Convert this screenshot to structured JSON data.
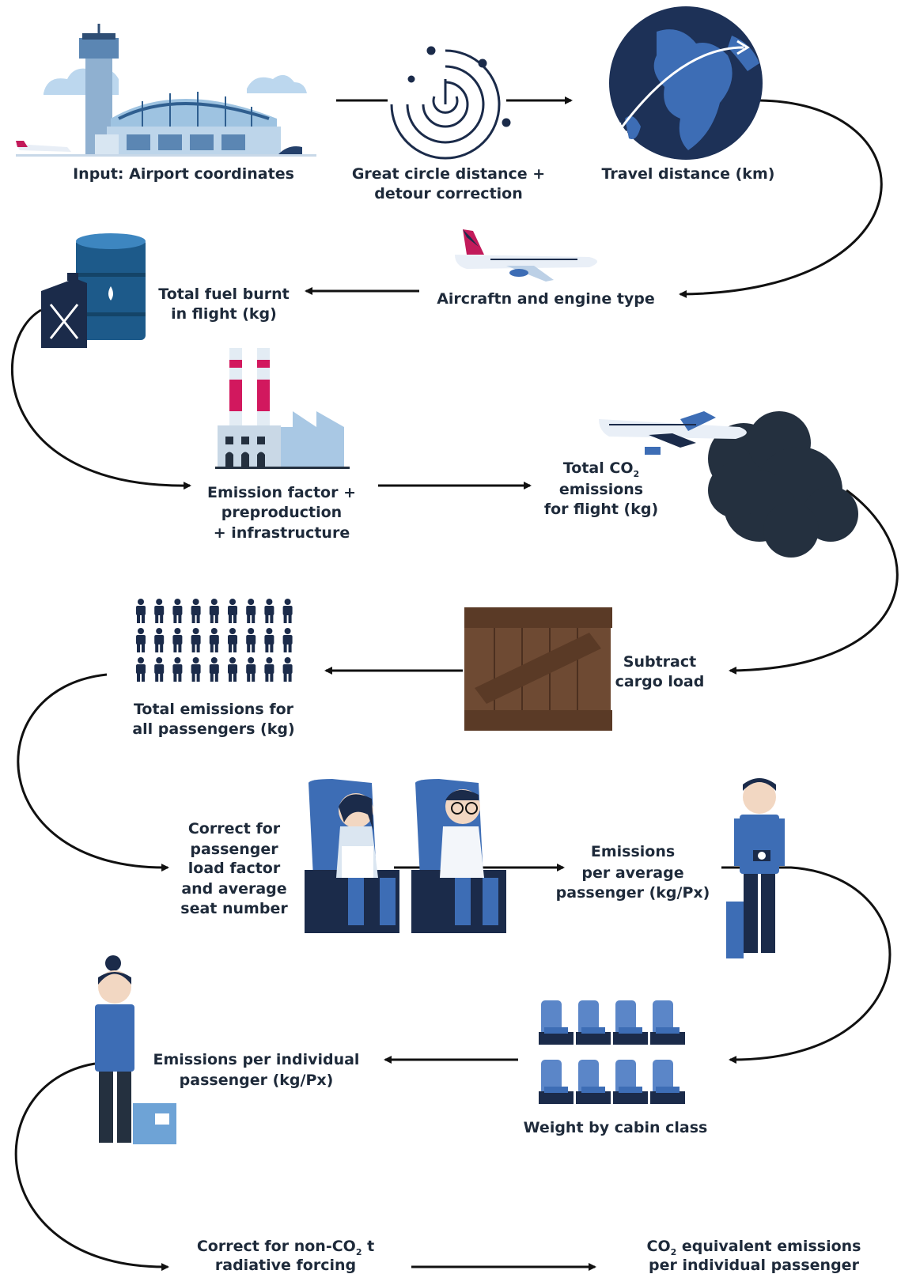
{
  "steps": {
    "airport": {
      "lines": [
        "Input: Airport coordinates"
      ]
    },
    "great_circle": {
      "lines": [
        "Great circle distance +",
        "detour correction"
      ]
    },
    "travel": {
      "lines": [
        "Travel distance (km)"
      ]
    },
    "aircraft": {
      "lines": [
        "Aircraftn and engine type"
      ]
    },
    "fuel": {
      "lines": [
        "Total fuel burnt",
        "in flight (kg)"
      ]
    },
    "emission_factor": {
      "lines": [
        "Emission factor +",
        "preproduction",
        "+ infrastructure"
      ]
    },
    "total_co2": {
      "line1_prefix": "Total CO",
      "line1_sub": "2",
      "lines_rest": [
        "emissions",
        "for flight (kg)"
      ]
    },
    "cargo": {
      "lines": [
        "Subtract",
        "cargo load"
      ]
    },
    "all_passengers": {
      "lines": [
        "Total emissions for",
        "all passengers (kg)"
      ]
    },
    "load_factor": {
      "lines": [
        "Correct for",
        "passenger",
        "load factor",
        "and average",
        "seat number"
      ]
    },
    "avg_passenger": {
      "lines": [
        "Emissions",
        "per average",
        "passenger (kg/Px)"
      ]
    },
    "cabin_class": {
      "lines": [
        "Weight by cabin class"
      ]
    },
    "individual": {
      "lines": [
        "Emissions per individual",
        "passenger (kg/Px)"
      ]
    },
    "non_co2": {
      "prefix": "Correct for non-CO",
      "sub": "2",
      "suffix": " t",
      "line2": "radiative forcing"
    },
    "co2e": {
      "prefix": "CO",
      "sub": "2",
      "suffix": " equivalent emissions",
      "line2": "per individual passenger"
    }
  },
  "colors": {
    "navy": "#1b2b4a",
    "blue": "#3d6db5",
    "light_blue": "#a9c8e4",
    "pink": "#d2185e",
    "brown": "#6e4a33",
    "smoke": "#24303f"
  }
}
